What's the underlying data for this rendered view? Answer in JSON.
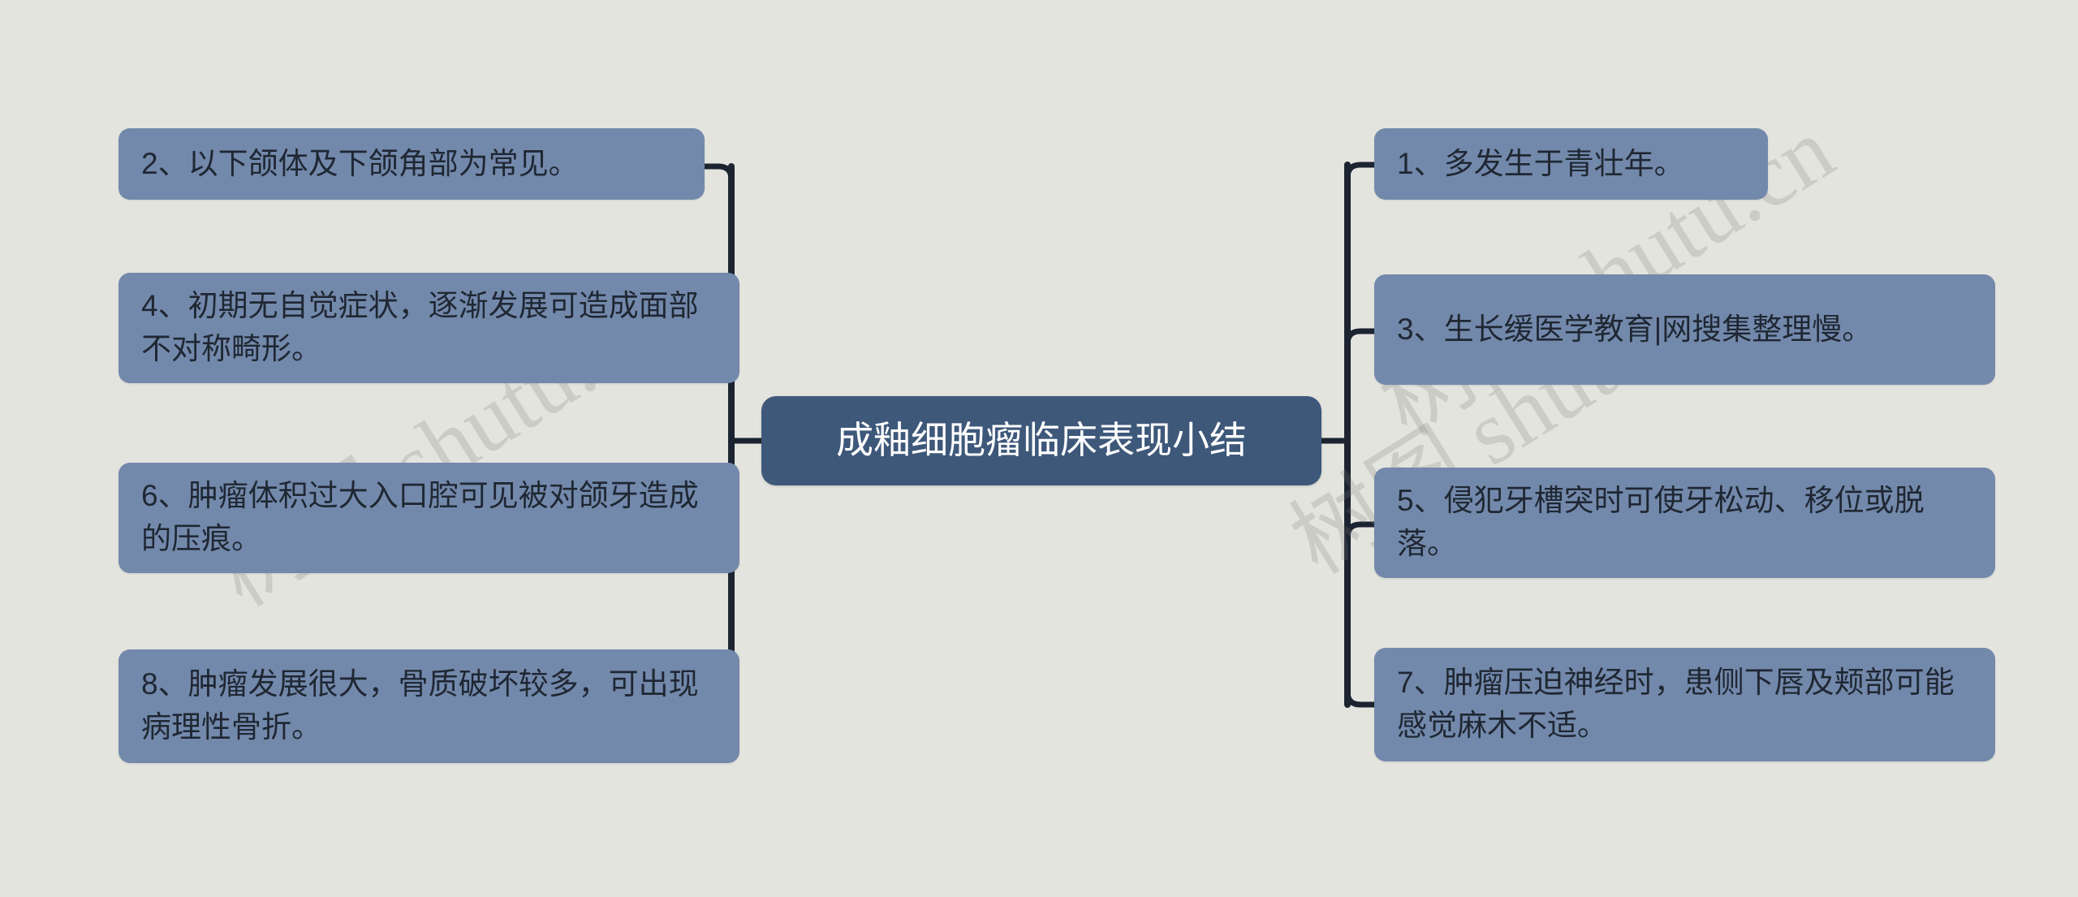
{
  "diagram": {
    "type": "mindmap",
    "title": "成釉细胞瘤临床表现小结",
    "background_color": "#e4e4df",
    "root": {
      "id": "root",
      "label": "成釉细胞瘤临床表现小结",
      "fill_color": "#3e587a",
      "text_color": "#ffffff"
    },
    "branch_style": {
      "fill_color": "#7389ab",
      "text_color": "#1f2733",
      "connector_color": "#1b2430"
    },
    "left_branches": [
      {
        "id": "node-2",
        "number": "2",
        "label": "2、以下颌体及下颌角部为常见。"
      },
      {
        "id": "node-4",
        "number": "4",
        "label": "4、初期无自觉症状，逐渐发展可造成面部不对称畸形。"
      },
      {
        "id": "node-6",
        "number": "6",
        "label": "6、肿瘤体积过大入口腔可见被对颌牙造成的压痕。"
      },
      {
        "id": "node-8",
        "number": "8",
        "label": "8、肿瘤发展很大，骨质破坏较多，可出现病理性骨折。"
      }
    ],
    "right_branches": [
      {
        "id": "node-1",
        "number": "1",
        "label": "1、多发生于青壮年。"
      },
      {
        "id": "node-3",
        "number": "3",
        "label": "3、生长缓医学教育|网搜集整理慢。"
      },
      {
        "id": "node-5",
        "number": "5",
        "label": "5、侵犯牙槽突时可使牙松动、移位或脱落。"
      },
      {
        "id": "node-7",
        "number": "7",
        "label": "7、肿瘤压迫神经时，患侧下唇及颊部可能感觉麻木不适。"
      }
    ],
    "watermark": {
      "text": "树图 shutu.cn",
      "color": "#78786f"
    }
  }
}
